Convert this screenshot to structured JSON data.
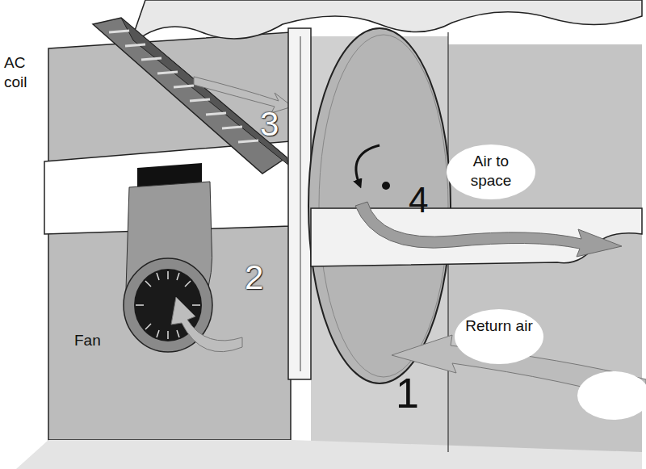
{
  "diagram": {
    "labels": [
      "AC coil",
      "3",
      "Air to space",
      "4",
      "2",
      "Fan",
      "Return air",
      "1"
    ]
  }
}
